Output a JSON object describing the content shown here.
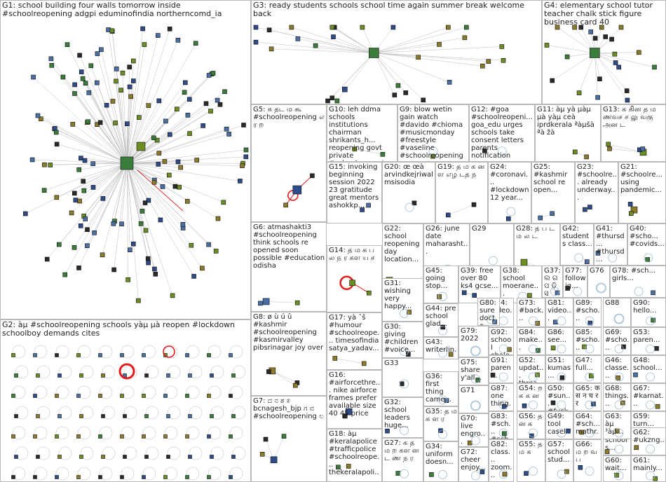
{
  "figure": {
    "background": "#ffffff",
    "border_color": "#b9b9b9",
    "edge_color": "#c8c8c8",
    "node_colors": [
      "#2e4b8a",
      "#3a7d3a",
      "#2a2a2a",
      "#8b7a2a",
      "#4a6fa5",
      "#6b8e23"
    ],
    "highlight_color": "#e21c1c"
  },
  "groups": [
    {
      "id": "g1",
      "label": "G1: school building four walls tomorrow inside #schoolreopening adgpi eduminofindia northerncomd_ia"
    },
    {
      "id": "g2",
      "label": "G2: àµ #schoolreopening schools yàµ µà reopen #lockdown schoolboy demands cites"
    },
    {
      "id": "g3",
      "label": "G3: ready students schools school time again summer break welcome back"
    },
    {
      "id": "g4",
      "label": "G4: elementary school tutor teacher chalk stick figure business card 40"
    },
    {
      "id": "g5",
      "label": "G5: க தட ம கூ #schoolreopening எ ர ற"
    },
    {
      "id": "g6",
      "label": "G6: atmashakti3 #schoolreopening think schools re opened soon possible #education odisha"
    },
    {
      "id": "g7",
      "label": "G7: ದ ನ ಶ ಕ bcnagesh_bjp ಗ ವ #schoolreopening ಲ"
    },
    {
      "id": "g8",
      "label": "G8: ø ù ú û #kashmir #schoolreopening #kasmirvalley pibsrinagar joy over"
    },
    {
      "id": "g9",
      "label": "G9: blow wetin gain watch #davido #chioma #musicmonday #freestyle #vaseline #schoolreopening"
    },
    {
      "id": "g10",
      "label": "G10: leh ddma schools institutions chairman shrikants_h... reopening govt private #schoolreopening"
    },
    {
      "id": "g11",
      "label": "G11: àµ yà µàµ µà yàµ ceà iprdkerala ªàµšà ªà žà"
    },
    {
      "id": "g12",
      "label": "G12: #goa #schoolreopeni... goa_edu urges schools take consent letters parents notification"
    },
    {
      "id": "g13",
      "label": "G13: க கின த ம ணவச ச லு வகு அன ட"
    },
    {
      "id": "g14",
      "label": "G14: த ம க ப ல ந ர கள ய ச"
    },
    {
      "id": "g15",
      "label": "G15: invoking beginning session 2022 23 gratitude great mentors ashokkp..."
    },
    {
      "id": "g16",
      "label": "G16: #airforcethre... nike airforce frames prefer available size 40 45 price"
    },
    {
      "id": "g17",
      "label": "G17: yà ˆš #humour #schoolreope... timesofindia satya_yadav..."
    },
    {
      "id": "g18",
      "label": "G18: àµ #keralapolice #trafficpolice #schoolreope... thekeralapoli..."
    },
    {
      "id": "g19",
      "label": "G19: த ம க ன ள எழ டத ந"
    },
    {
      "id": "g20",
      "label": "G20: œ œà arvindkejriwal msisodia"
    },
    {
      "id": "g21",
      "label": "G21: #schoolre... using pandemic..."
    },
    {
      "id": "g22",
      "label": "G22: school reopening day location..."
    },
    {
      "id": "g23",
      "label": "G23: #schoolre... already underway..."
    },
    {
      "id": "g24",
      "label": "G24: #coronavi... #lockdown 12 year..."
    },
    {
      "id": "g25",
      "label": "G25: #kashmir school re open..."
    },
    {
      "id": "g26",
      "label": "G26: june date maharasht..."
    },
    {
      "id": "g27",
      "label": "G27: க த ம ற கள ன ட ண ந ர"
    },
    {
      "id": "g28",
      "label": "G28: த ப ட ம ல ட"
    },
    {
      "id": "g29",
      "label": "G29"
    },
    {
      "id": "g30",
      "label": "G30: giving #children #voice..."
    },
    {
      "id": "g31",
      "label": "G31: wishing very happy..."
    },
    {
      "id": "g32",
      "label": "G32: school leaders huge..."
    },
    {
      "id": "g33",
      "label": "G33"
    },
    {
      "id": "g34",
      "label": "G34: uniform doesn..."
    },
    {
      "id": "g35",
      "label": "G35: த ம க ள ர"
    },
    {
      "id": "g36",
      "label": "G36: first thing came..."
    },
    {
      "id": "g37",
      "label": "G37: ଲ ଗ ପ ଡ଼ି ସ"
    },
    {
      "id": "g38",
      "label": "G38: school moerane..."
    },
    {
      "id": "g39",
      "label": "G39: free over 80 ks4 gcse..."
    },
    {
      "id": "g40",
      "label": "G40: #scho... #covids..."
    },
    {
      "id": "g41",
      "label": "G41: #thursd... #thursd..."
    },
    {
      "id": "g42",
      "label": "G42: students class..."
    },
    {
      "id": "g43",
      "label": "G43: writerlin... #essay..."
    },
    {
      "id": "g44",
      "label": "G44: pre school glad..."
    },
    {
      "id": "g45",
      "label": "G45: going stop..."
    },
    {
      "id": "g46",
      "label": "G46: classe..."
    },
    {
      "id": "g47",
      "label": "G47: full..."
    },
    {
      "id": "g48",
      "label": "G48: school..."
    },
    {
      "id": "g49",
      "label": "G49: tool casel..."
    },
    {
      "id": "g50",
      "label": "G50: #sun... #fuck..."
    },
    {
      "id": "g51",
      "label": "G51: kumas..."
    },
    {
      "id": "g52",
      "label": "G52: updat... threa..."
    },
    {
      "id": "g53",
      "label": "G53: paren..."
    },
    {
      "id": "g54",
      "label": "G54: ற க க ன"
    },
    {
      "id": "g55",
      "label": "G55: த ம க"
    },
    {
      "id": "g56",
      "label": "G56: த ன க"
    },
    {
      "id": "g57",
      "label": "G57: school stud..."
    },
    {
      "id": "g58",
      "label": "G58: प schools..."
    },
    {
      "id": "g59",
      "label": "G59: turn..."
    },
    {
      "id": "g60",
      "label": "G60: wait..."
    },
    {
      "id": "g61",
      "label": "G61: mainly..."
    },
    {
      "id": "g62",
      "label": "G62: #ukzng..."
    },
    {
      "id": "g63",
      "label": "G63: àµ ³àµ..."
    },
    {
      "id": "g64",
      "label": "G64: #sch... mathr..."
    },
    {
      "id": "g65",
      "label": "G65: क स न च र र"
    },
    {
      "id": "g66",
      "label": "G66: ம ற வ ப"
    },
    {
      "id": "g67",
      "label": "G67: #karnat..."
    },
    {
      "id": "g68",
      "label": "G68: things..."
    },
    {
      "id": "g69",
      "label": "G69: #scho..."
    },
    {
      "id": "g70",
      "label": "G70: live engro..."
    },
    {
      "id": "g71",
      "label": "G71"
    },
    {
      "id": "g72",
      "label": "G72: cheer enjoy..."
    },
    {
      "id": "g73",
      "label": "G73: #back..."
    },
    {
      "id": "g74",
      "label": "G74: video..."
    },
    {
      "id": "g75",
      "label": "G75: share y'all..."
    },
    {
      "id": "g76",
      "label": "G76"
    },
    {
      "id": "g77",
      "label": "G77: follow ig..."
    },
    {
      "id": "g78",
      "label": "G78: #sch... girls..."
    },
    {
      "id": "g79",
      "label": "G79: 2022"
    },
    {
      "id": "g80",
      "label": "G80: sure docto..."
    },
    {
      "id": "g81",
      "label": "G81: video..."
    },
    {
      "id": "g82",
      "label": "G82: class... zoom..."
    },
    {
      "id": "g83",
      "label": "G83: #sch... #sch..."
    },
    {
      "id": "g84",
      "label": "G84: make..."
    },
    {
      "id": "g85",
      "label": "G85: #scho..."
    },
    {
      "id": "g86",
      "label": "G86: see..."
    },
    {
      "id": "g87",
      "label": "G87: one thing..."
    },
    {
      "id": "g88",
      "label": "G88"
    },
    {
      "id": "g89",
      "label": "G89: #scho..."
    },
    {
      "id": "g90",
      "label": "G90: hello..."
    },
    {
      "id": "g91",
      "label": "G91: paren..."
    },
    {
      "id": "g92",
      "label": "G92: school chale..."
    }
  ]
}
